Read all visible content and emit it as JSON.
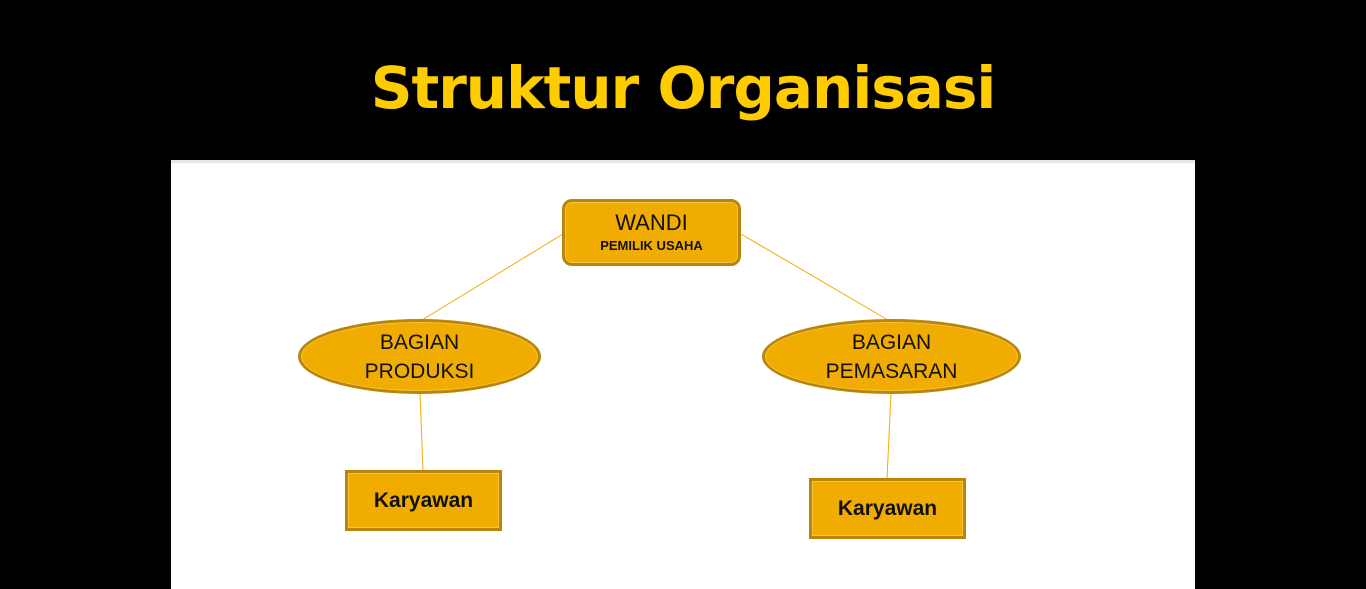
{
  "slide": {
    "title": "Struktur Organisasi"
  },
  "org_chart": {
    "colors": {
      "background": "#000000",
      "title": "#FFCC00",
      "node_fill": "#F0AC00",
      "node_border": "#B8860B",
      "connector": "#F0AC00",
      "canvas": "#FFFFFF"
    },
    "owner": {
      "name": "WANDI",
      "role": "PEMILIK USAHA"
    },
    "departments": [
      {
        "name": "BAGIAN\nPRODUKSI",
        "staff": "Karyawan"
      },
      {
        "name": "BAGIAN\nPEMASARAN",
        "staff": "Karyawan"
      }
    ]
  }
}
